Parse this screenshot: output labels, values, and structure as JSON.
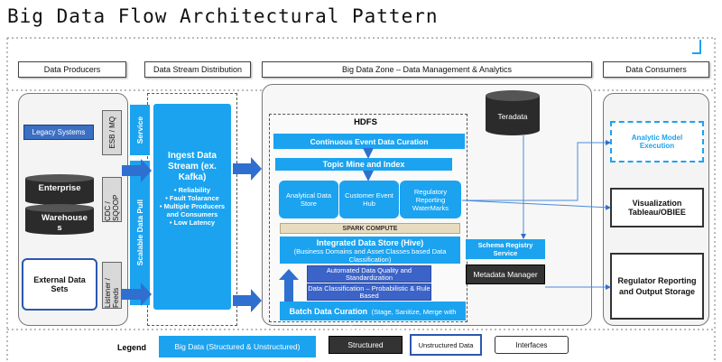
{
  "title": "Big Data Flow Architectural Pattern",
  "headers": {
    "producers": "Data Producers",
    "stream": "Data Stream Distribution",
    "zone": "Big Data Zone – Data Management & Analytics",
    "consumers": "Data Consumers"
  },
  "producers": {
    "legacy": "Legacy Systems",
    "enterprise": "Enterprise",
    "warehouse": "Warehouse s",
    "external": "External Data Sets",
    "esb": "ESB / MQ",
    "cdc": "CDC / SQOOP",
    "listener": "Listener / Feeds"
  },
  "stream": {
    "service": "Service",
    "pull": "Scalable Data Pull",
    "ingest_title": "Ingest Data Stream (ex. Kafka)",
    "ingest_items": [
      "Reliability",
      "Fault Tolarance",
      "Multiple Producers and Consumers",
      "Low Latency"
    ]
  },
  "zone": {
    "teradata": "Teradata",
    "hdfs": "HDFS",
    "continuous": "Continuous Event Data Curation",
    "topic": "Topic Mine and Index",
    "analytical": "Analytical Data Store",
    "customer": "Customer Event Hub",
    "regulatory": "Regulatory Reporting WaterMarks",
    "spark": "SPARK COMPUTE",
    "integrated_title": "Integrated Data Store (Hive)",
    "integrated_sub": "(Business Domains and Asset Classes based Data Classification)",
    "quality": "Automated Data Quality and Standardization",
    "classification": "Data Classification – Probabilistic & Rule Based",
    "batch_title": "Batch Data Curation",
    "batch_sub": "(Stage, Sanitize, Merge with Milestone Markers)",
    "schema": "Schema Registry Service",
    "metadata": "Metadata Manager"
  },
  "consumers": {
    "analytic": "Analytic Model Execution",
    "visualization": "Visualization Tableau/OBIEE",
    "regulator": "Regulator Reporting and Output Storage"
  },
  "legend": {
    "label": "Legend",
    "big_data": "Big Data (Structured & Unstructured)",
    "structured": "Structured",
    "unstructured": "Unstructured Data",
    "interfaces": "Interfaces"
  },
  "colors": {
    "blue": "#1ba3f0",
    "mid_blue": "#3b63c8",
    "arrow": "#2f6fd0",
    "dark": "#333333"
  }
}
